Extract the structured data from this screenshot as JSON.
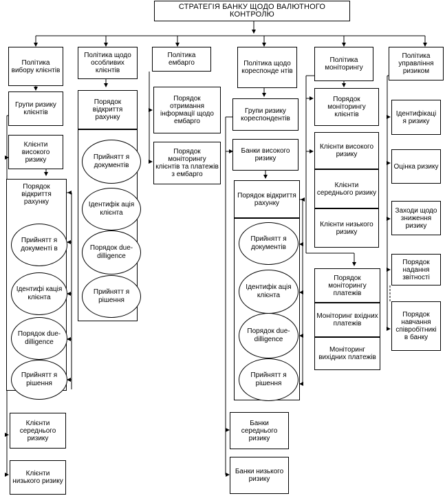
{
  "root": "СТРАТЕГІЯ БАНКУ ЩОДО ВАЛЮТНОГО КОНТРОЛЮ",
  "col1": {
    "header": "Політика вибору клієнтів",
    "groups": "Групи ризику клієнтів",
    "high": "Клієнти високого ризику",
    "opening": "Порядок відкриття рахунку",
    "ovals": [
      "Прийнятт я документі в",
      "Ідентифі кація клієнта",
      "Порядок due-dilligence",
      "Прийнятт я рішення"
    ],
    "medium": "Клієнти середнього ризику",
    "low": "Клієнти низького ризику"
  },
  "col2": {
    "header": "Політика щодо особливих клієнтів",
    "opening": "Порядок відкриття рахунку",
    "ovals": [
      "Прийнятт я документів",
      "Ідентифік ація клієнта",
      "Порядок due-dilligence",
      "Прийнятт я рішення"
    ]
  },
  "col3": {
    "header": "Політика ембарго",
    "info": "Порядок отримання інформації щодо ембарго",
    "monitor": "Порядок моніторингу клієнтів та платежів з ембарго"
  },
  "col4": {
    "header": "Політика щодо кореспонде нтів",
    "groups": "Групи ризику кореспондентів",
    "high": "Банки високого ризику",
    "opening": "Порядок відкриття рахунку",
    "ovals": [
      "Прийнятт я документів",
      "Ідентифік ація клієнта",
      "Порядок due-dilligence",
      "Прийнятт я рішення"
    ],
    "medium": "Банки середнього ризику",
    "low": "Банки низького ризику"
  },
  "col5": {
    "header": "Політика моніторингу",
    "procedure": "Порядок моніторингу клієнтів",
    "high": "Клієнти високого ризику",
    "medium": "Клієнти середнього ризику",
    "low": "Клієнти низького ризику",
    "payments": "Порядок моніторингу платежів",
    "incoming": "Моніторинг вхідних платежів",
    "outgoing": "Моніторинг вихідних платежів"
  },
  "col6": {
    "header": "Політика управління ризиком",
    "identification": "Ідентифікаці я ризику",
    "assessment": "Оцінка ризику",
    "reduction": "Заходи щодо зниження ризику",
    "reporting": "Порядок надання звітності",
    "training": "Порядок навчання співробітникі в банку"
  }
}
